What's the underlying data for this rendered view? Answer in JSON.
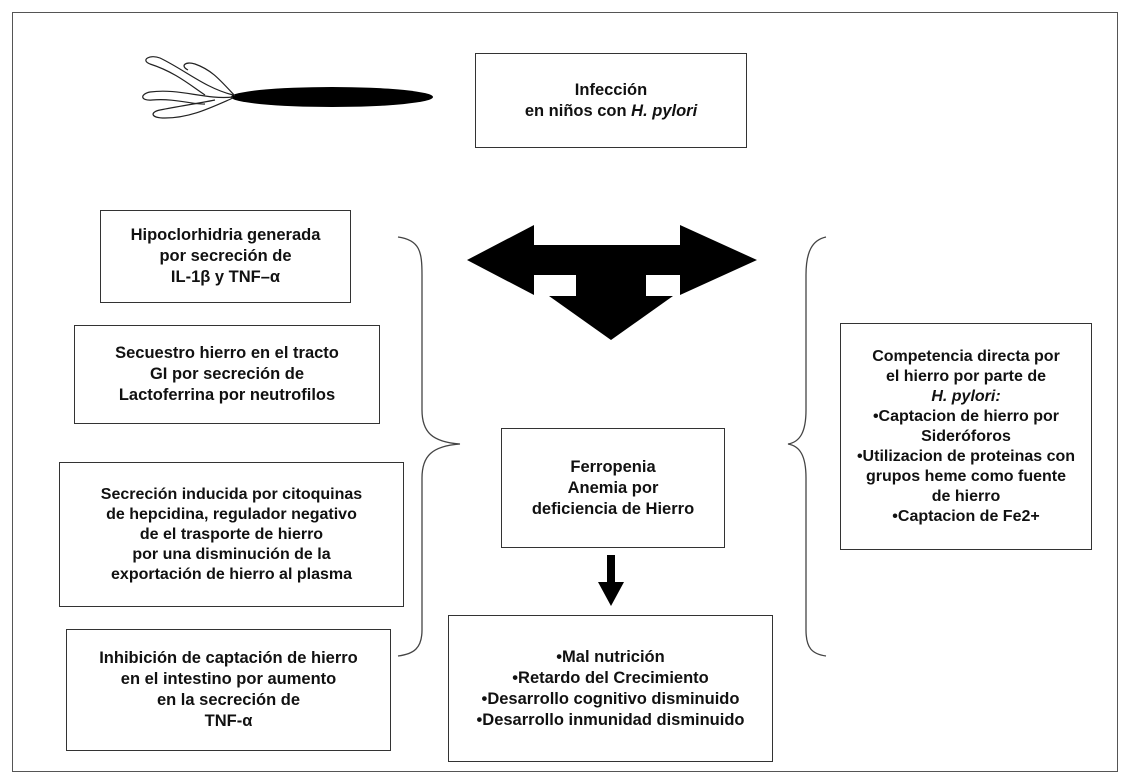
{
  "boxes": {
    "infection": {
      "line1": "Infección",
      "line2_prefix": "en niños con ",
      "line2_italic": "H. pylori"
    },
    "hypochlorhydria": {
      "line1": "Hipoclorhidria generada",
      "line2": "por secreción de",
      "line3": "IL-1β y TNF–α"
    },
    "sequestration": {
      "line1": "Secuestro hierro en el tracto",
      "line2": "GI por secreción de",
      "line3": "Lactoferrina por neutrofilos"
    },
    "hepcidin": {
      "line1": "Secreción inducida por citoquinas",
      "line2": "de hepcidina, regulador negativo",
      "line3": "de el trasporte de hierro",
      "line4": "por una disminución de la",
      "line5": "exportación de hierro al plasma"
    },
    "inhibition": {
      "line1": "Inhibición de captación de hierro",
      "line2": "en el intestino por aumento",
      "line3": "en la secreción de",
      "line4": "TNF-α"
    },
    "ferropenia": {
      "line1": "Ferropenia",
      "line2": "Anemia por",
      "line3": "deficiencia de Hierro"
    },
    "consequences": {
      "line1": "•Mal nutrición",
      "line2": "•Retardo del Crecimiento",
      "line3": "•Desarrollo cognitivo disminuido",
      "line4": "•Desarrollo inmunidad disminuido"
    },
    "competition": {
      "line1": "Competencia directa por",
      "line2": "el hierro por parte de",
      "line3_italic": "H. pylori:",
      "line4": "•Captacion de hierro por",
      "line5": "Sideróforos",
      "line6": "•Utilizacion de proteinas con",
      "line7": "grupos heme como fuente",
      "line8": "de hierro",
      "line9": "•Captacion de Fe2+"
    }
  }
}
